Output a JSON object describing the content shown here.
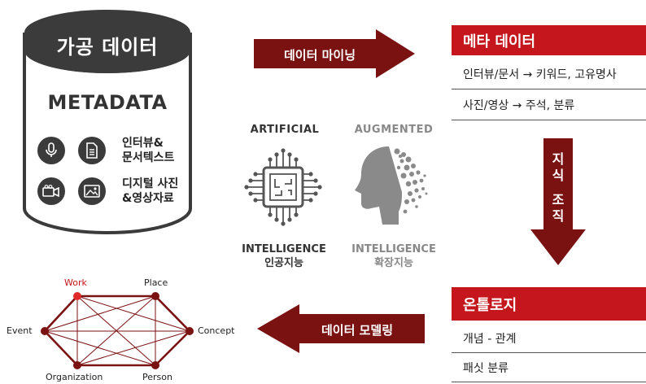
{
  "source": {
    "title": "가공 데이터",
    "metadata_label": "METADATA",
    "items": [
      {
        "icon": "microphone-icon",
        "label": "인터뷰&\n문서텍스트"
      },
      {
        "icon": "document-icon",
        "label": ""
      },
      {
        "icon": "camera-icon",
        "label": "디지털 사진\n&영상자료"
      },
      {
        "icon": "image-icon",
        "label": ""
      }
    ]
  },
  "arrows": {
    "mining": "데이터 마이닝",
    "organizing": "지식 조직",
    "modeling": "데이터 모델링"
  },
  "metadata_panel": {
    "title": "메타 데이터",
    "rows": [
      "인터뷰/문서 → 키워드, 고유명사",
      "사진/영상 → 주석, 분류"
    ]
  },
  "ontology_panel": {
    "title": "온톨로지",
    "rows": [
      "개념 - 관계",
      "패싯 분류"
    ]
  },
  "ai": {
    "artificial_title": "ARTIFICIAL",
    "artificial_sub": "INTELLIGENCE",
    "artificial_kr": "인공지능",
    "augmented_title": "AUGMENTED",
    "augmented_sub": "INTELLIGENCE",
    "augmented_kr": "확장지능"
  },
  "graph": {
    "nodes": [
      "Work",
      "Place",
      "Concept",
      "Person",
      "Organization",
      "Event"
    ],
    "highlight": "Work"
  },
  "colors": {
    "accent_red": "#c4161c",
    "dark_red": "#7a1212",
    "cylinder_dark": "#3b3b3b"
  }
}
